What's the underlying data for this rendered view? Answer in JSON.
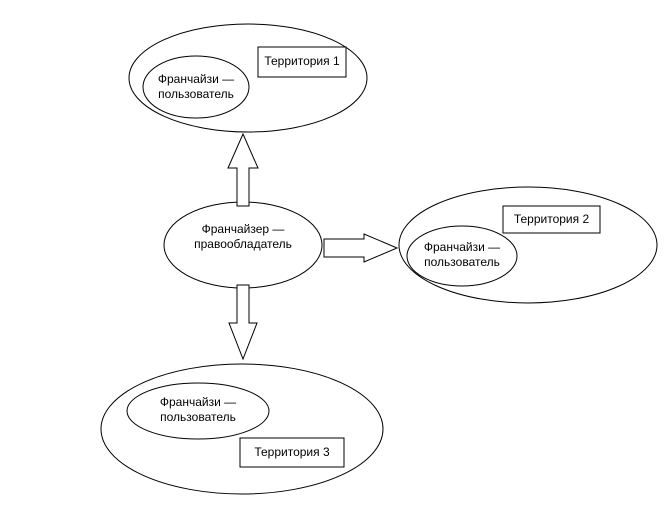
{
  "franchisor": {
    "line1": "Франчайзер —",
    "line2": "правообладатель"
  },
  "territory_1": {
    "label": "Территория 1",
    "franchisee_line1": "Франчайзи —",
    "franchisee_line2": "пользователь"
  },
  "territory_2": {
    "label": "Территория 2",
    "franchisee_line1": "Франчайзи —",
    "franchisee_line2": "пользователь"
  },
  "territory_3": {
    "label": "Территория 3",
    "franchisee_line1": "Франчайзи —",
    "franchisee_line2": "пользователь"
  },
  "colors": {
    "stroke": "#000000",
    "fill": "#ffffff"
  }
}
